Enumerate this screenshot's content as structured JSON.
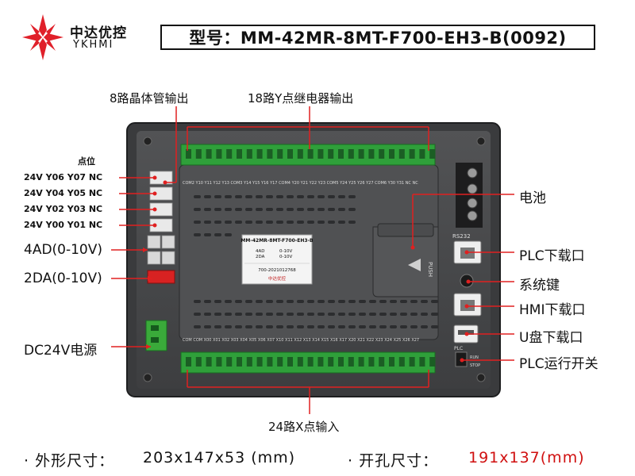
{
  "brand": {
    "name_cn": "中达优控",
    "name_en": "YKHMI",
    "logo_color": "#e0202a"
  },
  "model": {
    "text": "型号：MM-42MR-8MT-F700-EH3-B(0092)"
  },
  "callouts": {
    "transistor_out": "8路晶体管输出",
    "relay_out": "18路Y点继电器输出",
    "pin_title": "点位",
    "pin_rows": [
      "24V  Y06  Y07  NC",
      "24V  Y04  Y05  NC",
      "24V  Y02  Y03  NC",
      "24V  Y00  Y01  NC"
    ],
    "ad": "4AD(0-10V)",
    "da": "2DA(0-10V)",
    "dc": "DC24V电源",
    "battery": "电池",
    "plc_port": "PLC下载口",
    "sys_key": "系统键",
    "hmi_port": "HMI下载口",
    "usb_port": "U盘下载口",
    "run_switch": "PLC运行开关",
    "x_in": "24路X点输入"
  },
  "device_label": {
    "title": "MM-42MR-8MT-F700-EH3-B",
    "rows": [
      [
        "4AD",
        "0-10V"
      ],
      [
        "2DA",
        "0-10V"
      ]
    ],
    "serial": "700-2021012768",
    "brand": "中达优控"
  },
  "device_marks": {
    "push": "PUSH",
    "rs232": "RS232",
    "plc": "PLC",
    "run": "RUN",
    "stop": "STOP",
    "top_pins": "COM2 Y10 Y11 Y12 Y13 COM3 Y14 Y15 Y16 Y17 COM4 Y20 Y21 Y22 Y23 COM5 Y24 Y25 Y26 Y27 COM6 Y30 Y31 NC NC",
    "bottom_pins": "COM COM X00 X01 X02 X03 X04 X05 X06 X07 X10 X11 X12 X13 X14 X15 X16 X17 X20 X21 X22 X23 X24 X25 X26 X27"
  },
  "footer": {
    "outer_label": "· 外形尺寸：",
    "outer_value": "203x147x53 (mm)",
    "cut_label": "· 开孔尺寸：",
    "cut_value": "191x137(mm)"
  },
  "colors": {
    "panel": "#4a4b4d",
    "panel_dark": "#2f3032",
    "terminal": "#3aaa3a",
    "red": "#d01010",
    "callout_line": "#e02020"
  }
}
